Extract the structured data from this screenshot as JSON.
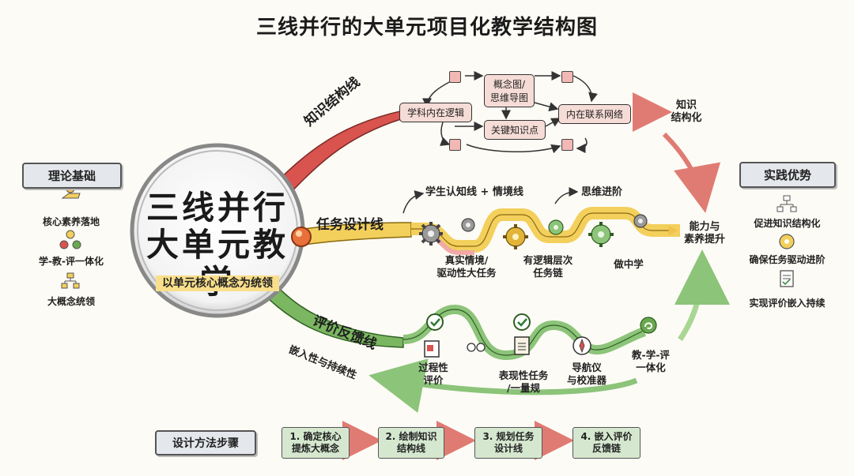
{
  "title": "三线并行的大单元项目化教学结构图",
  "center": {
    "line1": "三线并行",
    "line2": "大单元教学",
    "subtitle": "以单元核心概念为统领"
  },
  "left_panel": {
    "heading": "理论基础",
    "items": [
      "核心素养落地",
      "学-教-评一体化",
      "大概念统领"
    ]
  },
  "right_panel": {
    "heading": "实践优势",
    "items": [
      "促进知识结构化",
      "确保任务驱动进阶",
      "实现评价嵌入持续"
    ]
  },
  "knowledge_line": {
    "label": "知识结构线",
    "nodes": {
      "logic": "学科内在逻辑",
      "concept_map": "概念图/\n思维导图",
      "key_points": "关键知识点",
      "network": "内在联系网络"
    },
    "outcome": "知识\n结构化"
  },
  "task_line": {
    "label": "任务设计线",
    "top_label": "学生认知线 + 情境线",
    "thinking": "思维进阶",
    "stages": [
      "真实情境/\n驱动性大任务",
      "有逻辑层次\n任务链",
      "做中学"
    ],
    "outcome": "能力与\n素养提升"
  },
  "eval_line": {
    "label": "评价反馈线",
    "sub_label": "嵌入性与持续性",
    "stages": [
      "过程性\n评价",
      "表现性任务\n/一量规",
      "导航仪\n与校准器"
    ],
    "outcome": "教-学-评\n一体化"
  },
  "steps": {
    "heading": "设计方法步骤",
    "items": [
      "1. 确定核心\n提炼大概念",
      "2. 绘制知识\n结构线",
      "3. 规划任务\n设计线",
      "4. 嵌入评价\n反馈链"
    ]
  },
  "colors": {
    "knowledge": "#d9534f",
    "task": "#f0c24a",
    "eval": "#6aa84f",
    "step_fill": "#d5e8cf",
    "node_fill": "#f6dcd6"
  },
  "icons": [
    "gear-icon",
    "checkmark-icon",
    "clipboard-icon",
    "compass-icon",
    "hierarchy-icon",
    "document-icon",
    "hand-icon",
    "triangle-nodes-icon"
  ]
}
